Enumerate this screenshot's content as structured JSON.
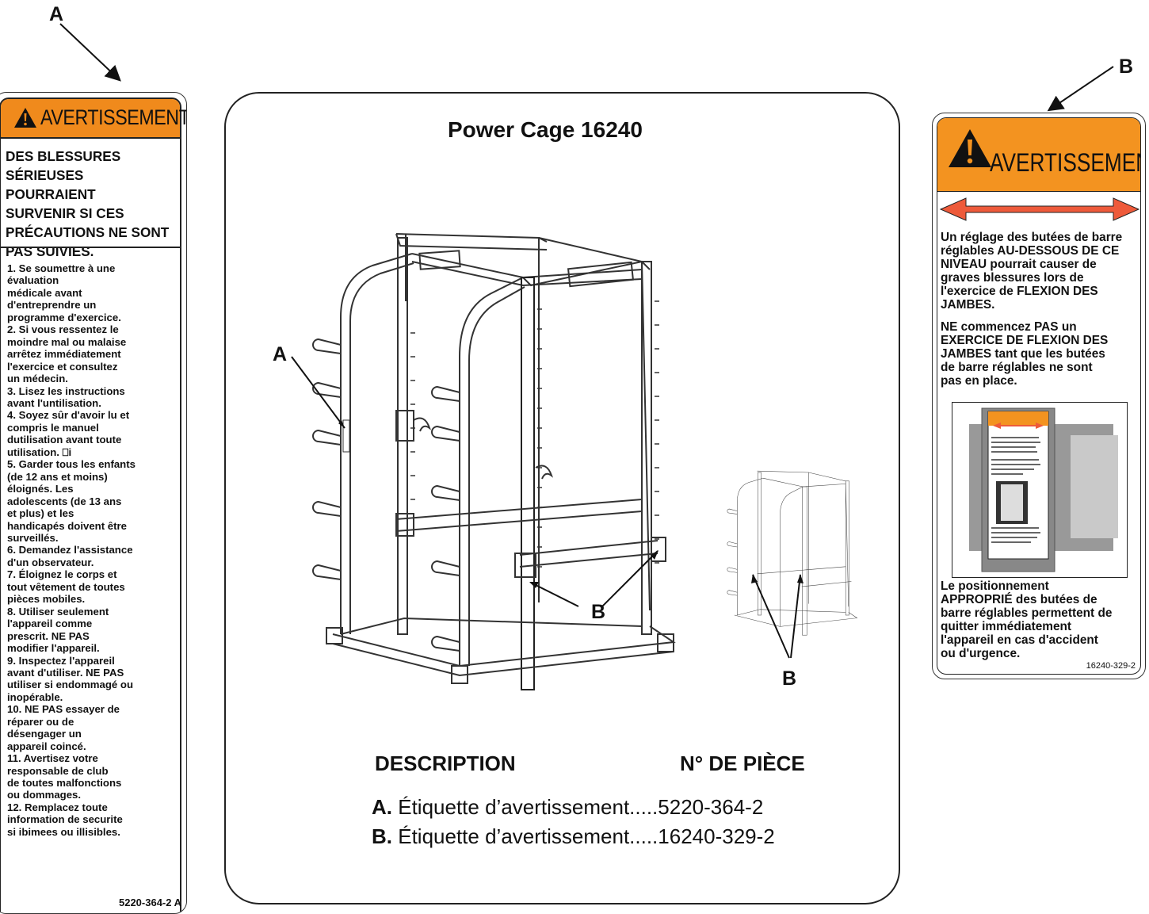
{
  "callouts": {
    "a_top": "A",
    "b_top": "B",
    "a_cage": "A",
    "b_cage_1": "B",
    "b_cage_2": "B"
  },
  "label_a": {
    "title": "AVERTISSEMENT",
    "intro": "DES BLESSURES\nSÉRIEUSES POURRAIENT\nSURVENIR SI CES\nPRÉCAUTIONS NE SONT\nPAS SUIVIES.",
    "items": [
      "1. Se soumettre à une\n    évaluation\n    médicale avant\n    d'entreprendre un\n    programme d'exercice.",
      "2. Si vous ressentez le\n    moindre mal ou malaise\n    arrêtez immédiatement\n    l'exercice et consultez\n    un médecin.",
      "3. Lisez les instructions\n    avant l'untilisation.",
      "4. Soyez sûr d'avoir lu et\n    compris le manuel\n    dutilisation avant toute\n    utilisation. ⎕i",
      "5. Garder tous les enfants\n    (de 12 ans et moins)\n    éloignés. Les\n    adolescents (de 13 ans\n    et plus) et les\n    handicapés doivent être\n    surveillés.",
      "6. Demandez l'assistance\n    d'un observateur.",
      "7. Éloignez le corps et\n    tout vêtement de toutes\n    pièces mobiles.",
      "8. Utiliser seulement\n    l'appareil comme\n    prescrit. NE PAS\n    modifier l'appareil.",
      "9. Inspectez l'appareil\n    avant d'utiliser. NE PAS\n    utiliser si endommagé ou\n    inopérable.",
      "10. NE PAS essayer de\n      réparer ou de\n      désengager un\n      appareil coincé.",
      "11. Avertisez votre\n      responsable de club\n      de toutes malfonctions\n      ou dommages.",
      "12. Remplacez toute\n      information de securite\n      si ibimees ou illisibles."
    ],
    "code": "5220-364-2 A"
  },
  "center": {
    "title": "Power Cage 16240",
    "description_header": "DESCRIPTION",
    "part_header": "N° DE PIÈCE",
    "parts": [
      {
        "letter": "A.",
        "text": "Étiquette d’avertissement.....5220-364-2"
      },
      {
        "letter": "B.",
        "text": "Étiquette d’avertissement.....16240-329-2"
      }
    ]
  },
  "label_b": {
    "title": "AVERTISSEMENT",
    "para1": "Un réglage des butées de barre\nréglables AU-DESSOUS DE CE\nNIVEAU pourrait causer de\ngraves blessures lors de\nl'exercice de FLEXION DES\nJAMBES.",
    "para2": "NE commencez PAS un\nEXERCICE DE FLEXION DES\nJAMBES tant que les butées\nde barre réglables ne sont\npas en place.",
    "para3": "Le positionnement\nAPPROPRIÉ des butées de\nbarre réglables permettent de\nquitter immédiatement\nl'appareil en cas d'accident\nou d'urgence.",
    "code": "16240-329-2"
  },
  "colors": {
    "warning_orange": "#f08a1c",
    "arrow_red": "#ee5a3a"
  }
}
